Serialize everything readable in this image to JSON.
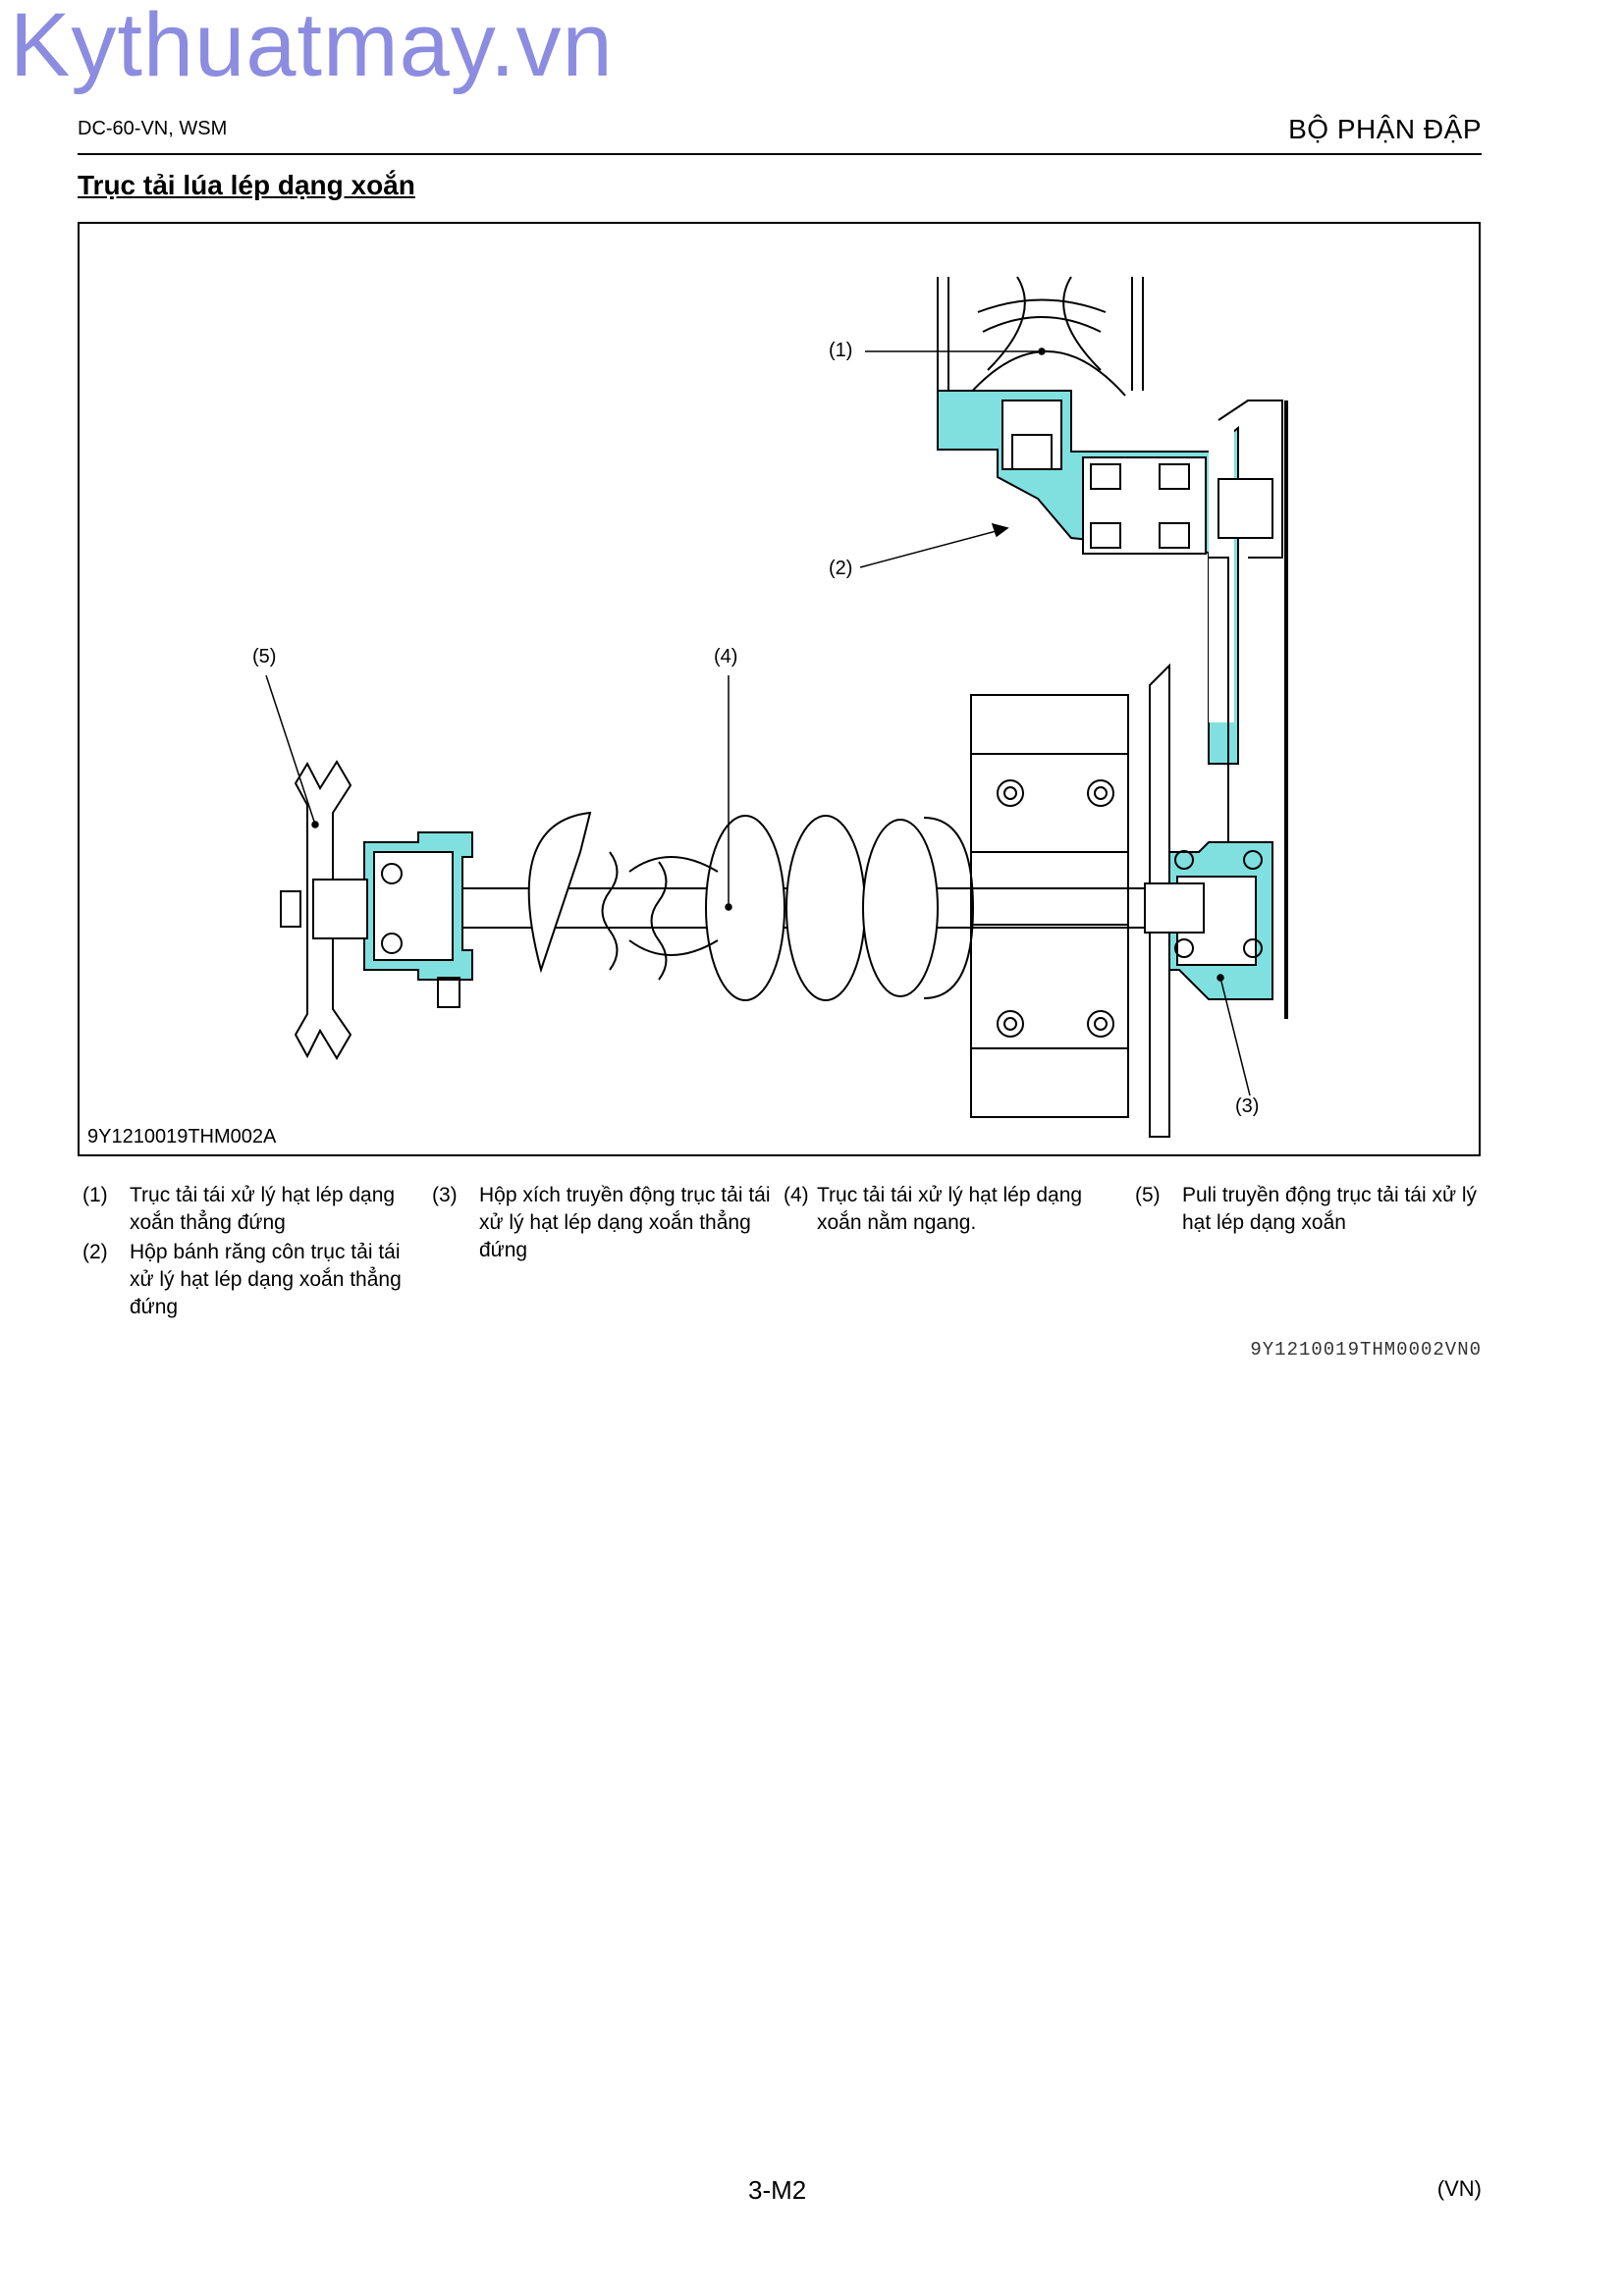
{
  "watermark": "Kythuatmay.vn",
  "header": {
    "left": "DC-60-VN, WSM",
    "right": "BỘ PHẬN ĐẬP"
  },
  "section_title": "Trục tải lúa lép dạng xoắn",
  "figure": {
    "code": "9Y1210019THM002A",
    "callouts": [
      "(1)",
      "(2)",
      "(3)",
      "(4)",
      "(5)"
    ]
  },
  "legend": [
    {
      "num": "(1)",
      "text": "Trục tải tái xử lý hạt lép dạng xoắn thẳng đứng"
    },
    {
      "num": "(2)",
      "text": "Hộp bánh răng côn trục tải tái xử lý hạt lép dạng xoắn thẳng đứng"
    },
    {
      "num": "(3)",
      "text": "Hộp xích truyền động trục tải tái xử lý hạt lép dạng xoắn thẳng đứng"
    },
    {
      "num": "(4)",
      "text": "Trục tải tái xử lý hạt lép dạng xoắn nằm ngang."
    },
    {
      "num": "(5)",
      "text": "Puli truyền động trục tải tái xử lý hạt lép dạng xoắn"
    }
  ],
  "doc_code": "9Y1210019THM0002VN0",
  "footer": {
    "page": "3-M2",
    "lang": "(VN)"
  },
  "colors": {
    "housing_fill": "#7fe0df",
    "watermark": "#8c8ce0"
  }
}
